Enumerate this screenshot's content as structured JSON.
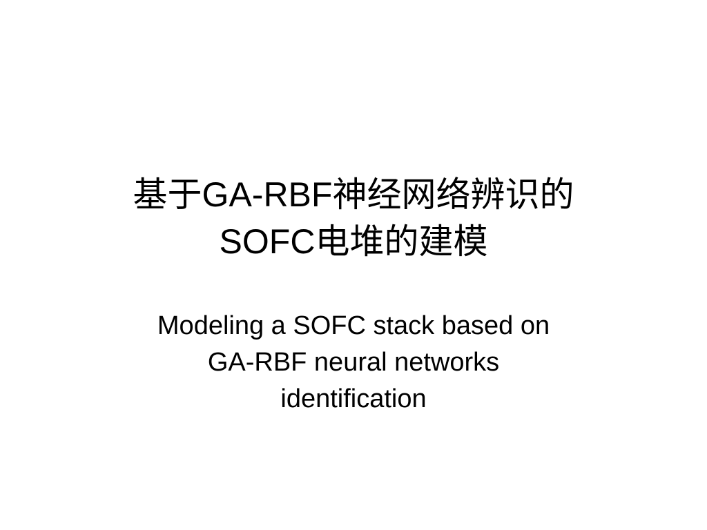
{
  "slide": {
    "title_lines": [
      "基于GA-RBF神经网络辨识的",
      "SOFC电堆的建模"
    ],
    "subtitle_lines": [
      "Modeling a SOFC stack based on",
      "GA-RBF neural networks",
      "identification"
    ]
  }
}
